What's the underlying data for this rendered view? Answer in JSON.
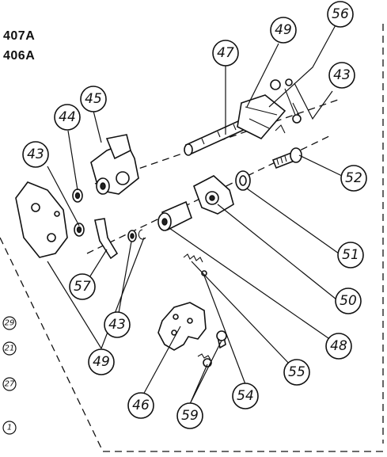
{
  "header": {
    "model_labels": [
      "407A",
      "406A"
    ]
  },
  "callouts": [
    "47",
    "49",
    "56",
    "43",
    "45",
    "44",
    "43",
    "52",
    "51",
    "57",
    "50",
    "43",
    "49",
    "48",
    "55",
    "54",
    "46",
    "59"
  ],
  "edge_callouts": [
    "29",
    "21",
    "27",
    "1"
  ]
}
